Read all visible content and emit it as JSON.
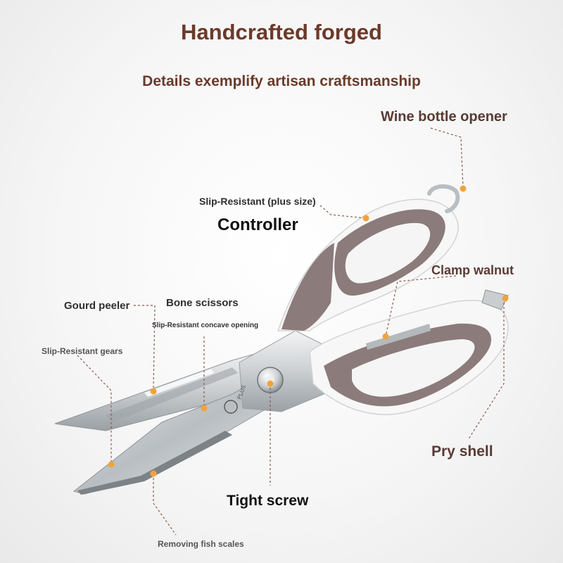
{
  "header": {
    "title": "Handcrafted forged",
    "subtitle": "Details exemplify artisan craftsmanship"
  },
  "callouts": {
    "wine_bottle_opener": "Wine bottle opener",
    "slip_resistant_plus": "Slip-Resistant (plus size)",
    "controller": "Controller",
    "clamp_walnut": "Clamp walnut",
    "gourd_peeler": "Gourd peeler",
    "bone_scissors": "Bone scissors",
    "concave_opening": "Slip-Resistant concave opening",
    "slip_resistant_gears": "Slip-Resistant gears",
    "pry_shell": "Pry shell",
    "tight_screw": "Tight screw",
    "removing_fish_scales": "Removing fish scales"
  },
  "engraving": "PLUS",
  "colors": {
    "title": "#6b3a2a",
    "dot": "#f2a33a",
    "leader": "#8a5a4a",
    "handle_grey": "#8c7b7b",
    "handle_white": "#f7f7f7"
  }
}
